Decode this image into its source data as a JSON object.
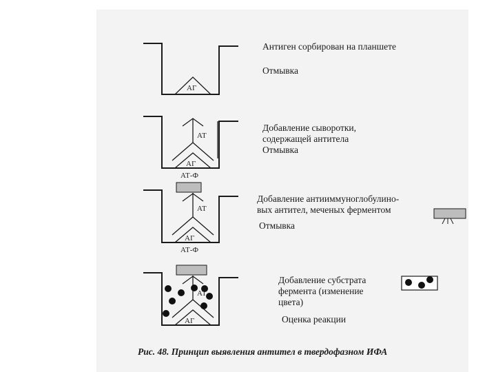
{
  "steps": [
    {
      "lines": [
        "Антиген сорбирован на планшете",
        "Отмывка"
      ],
      "well_labels": [
        "АГ"
      ]
    },
    {
      "lines": [
        "Добавление сыворотки,",
        "содержащей антитела",
        "Отмывка"
      ],
      "well_labels": [
        "АТ",
        "АГ",
        "АТ-Ф"
      ]
    },
    {
      "lines": [
        "Добавление антиимму­ноглобулино-",
        "вых антител, меченых ферментом",
        "Отмывка"
      ],
      "well_labels": [
        "АТ",
        "АГ",
        "АТ-Ф"
      ]
    },
    {
      "lines": [
        "Добавление субстрата",
        "фермента (изменение",
        "цвета)",
        "Оценка реакции"
      ],
      "well_labels": [
        "АТ",
        "АГ"
      ]
    }
  ],
  "caption": "Рис. 48. Принцип выявления антител в твердофазном ИФА",
  "colors": {
    "line": "#1a1a1a",
    "enzyme": "#bdbdbd",
    "dot": "#111111",
    "background": "#f3f3f3"
  }
}
